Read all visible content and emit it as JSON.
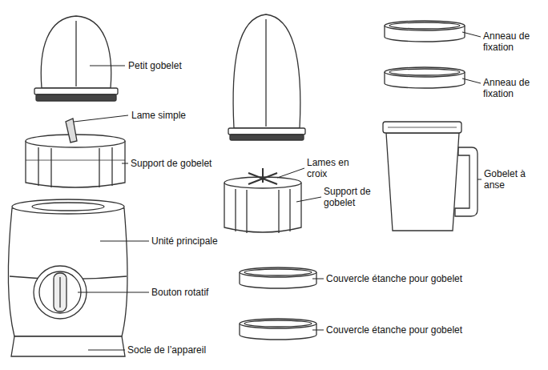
{
  "diagram": {
    "labels": [
      "Petit gobelet",
      "Lame simple",
      "Support de gobelet",
      "Unité principale",
      "Bouton rotatif",
      "Socle de l’appareil",
      "Lames en croix",
      "Support de gobelet",
      "Anneau de fixation",
      "Anneau de fixation",
      "Gobelet à anse",
      "Couvercle étanche pour gobelet",
      "Couvercle étanche pour gobelet"
    ]
  }
}
